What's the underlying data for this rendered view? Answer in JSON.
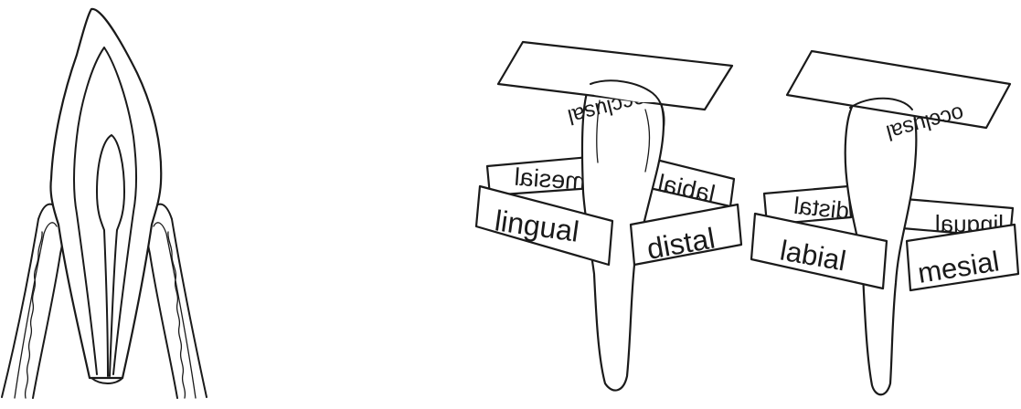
{
  "figures": {
    "sagittal_section": {
      "description_visible": false
    },
    "left_tooth": {
      "planes": {
        "occlusal": "occlusal",
        "mesial": "mesial",
        "labial": "labial",
        "lingual": "lingual",
        "distal": "distal"
      }
    },
    "right_tooth": {
      "planes": {
        "occlusal": "occlusal",
        "distal": "distal",
        "lingual": "lingual",
        "labial": "labial",
        "mesial": "mesial"
      }
    }
  },
  "colors": {
    "ink": "#1a1a1a",
    "paper": "#ffffff"
  }
}
